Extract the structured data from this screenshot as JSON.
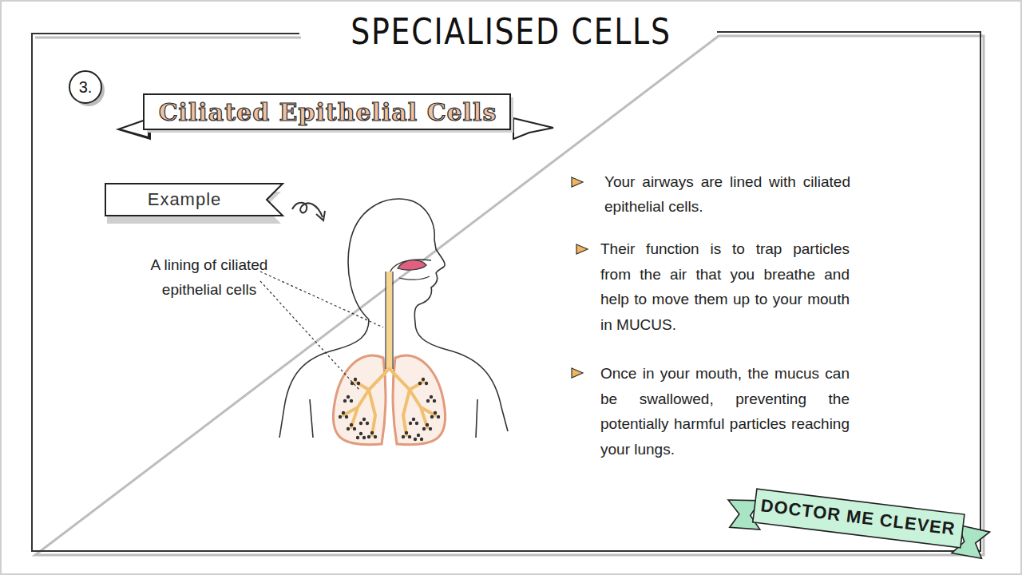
{
  "diagram": {
    "title": "SPECIALISED CELLS",
    "nodes": [
      {
        "text": [
          "3."
        ]
      },
      {
        "text": [
          "Ciliated Epithelial Cells"
        ]
      },
      {
        "text": [
          "Example"
        ]
      },
      {
        "text": [
          "DOCTOR ME CLEVER"
        ]
      }
    ],
    "labels": [
      "A lining of ciliated epithelial cells",
      "Your airways are lined with ciliated epithelial cells.",
      "Their function is to trap particles from the air that you breathe and help to move them up to your mouth in MUCUS.",
      "Once in your mouth, the mucus can be swallowed, preventing the potentially harmful particles reaching your lungs."
    ]
  }
}
